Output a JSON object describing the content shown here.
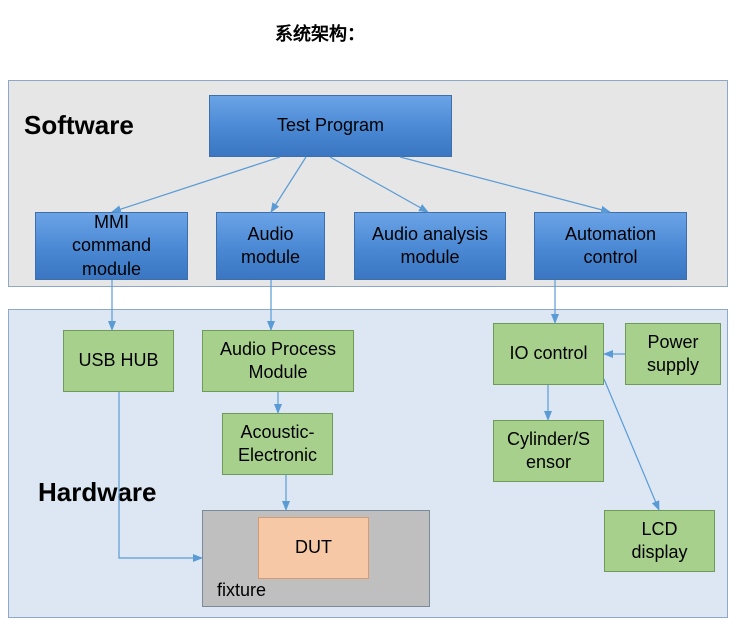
{
  "title": "系统架构：",
  "software": {
    "label": "Software",
    "test_program": "Test Program",
    "mmi": [
      "MMI",
      "command",
      "module"
    ],
    "audio": [
      "Audio",
      "module"
    ],
    "audio_analysis": [
      "Audio analysis",
      "module"
    ],
    "automation": [
      "Automation",
      "control"
    ]
  },
  "hardware": {
    "label": "Hardware",
    "usb_hub": "USB HUB",
    "audio_process": [
      "Audio Process",
      "Module"
    ],
    "acoustic": [
      "Acoustic-",
      "Electronic"
    ],
    "io_control": "IO control",
    "power": [
      "Power",
      "supply"
    ],
    "cylinder": [
      "Cylinder/S",
      "ensor"
    ],
    "lcd": [
      "LCD",
      "display"
    ],
    "fixture": "fixture",
    "dut": "DUT"
  },
  "colors": {
    "software_bg": "#e6e6e6",
    "hardware_bg": "#dce7f3",
    "module_blue": "#4a88d4",
    "hw_green": "#a8d08d",
    "fixture_gray": "#bfbfbf",
    "dut_peach": "#f7c8a5",
    "connector": "#5b9bd5"
  }
}
